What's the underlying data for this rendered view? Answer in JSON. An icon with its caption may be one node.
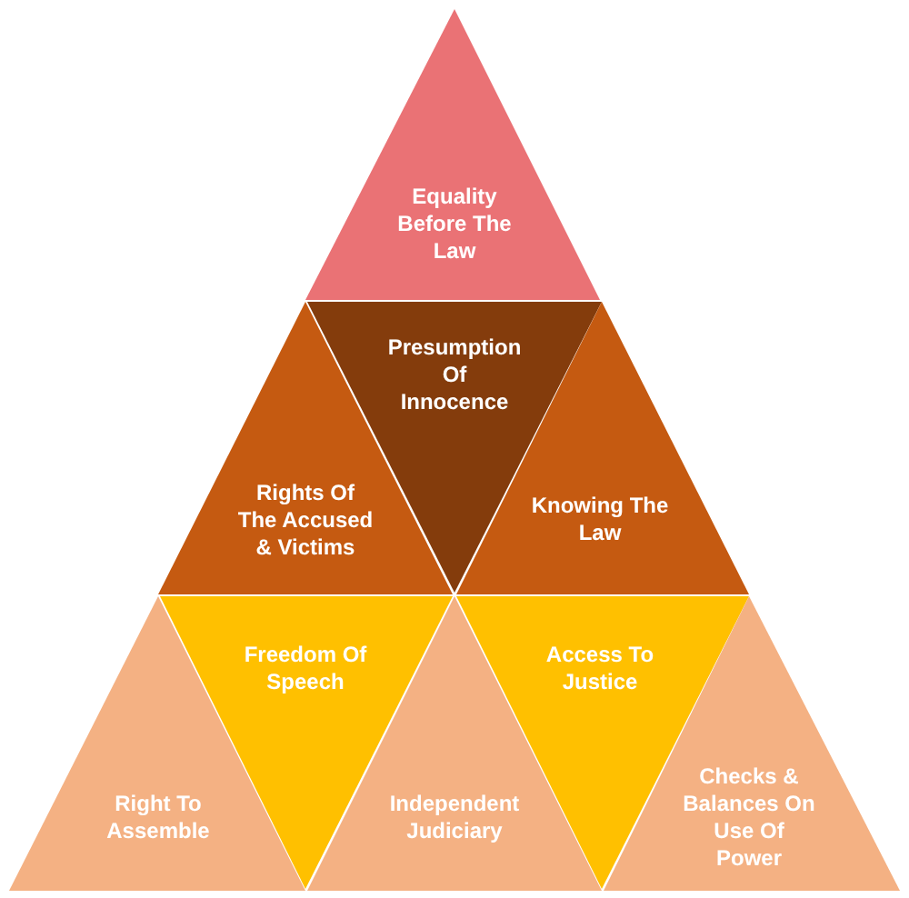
{
  "diagram": {
    "nodes": [
      {
        "text": [
          "Equality Before The Law"
        ]
      },
      {
        "text": [
          "Rights Of The Accused & Victims"
        ]
      },
      {
        "text": [
          "Presumption Of Innocence"
        ]
      },
      {
        "text": [
          "Knowing The Law"
        ]
      },
      {
        "text": [
          "Right To Assemble"
        ]
      },
      {
        "text": [
          "Freedom Of Speech"
        ]
      },
      {
        "text": [
          "Independent Judiciary"
        ]
      },
      {
        "text": [
          "Access To Justice"
        ]
      },
      {
        "text": [
          "Checks & Balances On Use Of Power"
        ]
      }
    ]
  }
}
